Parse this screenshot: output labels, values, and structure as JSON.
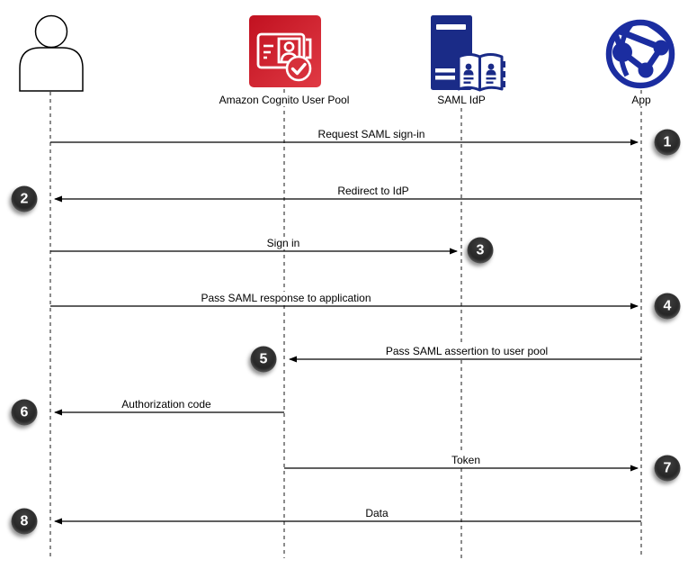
{
  "diagram_type": "sequence-diagram",
  "actors": {
    "user": {
      "label": "",
      "icon": "person-icon"
    },
    "cognito": {
      "label": "Amazon Cognito User Pool",
      "icon": "cognito-id-card-check-icon"
    },
    "idp": {
      "label": "SAML IdP",
      "icon": "server-directory-book-icon"
    },
    "app": {
      "label": "App",
      "icon": "globe-network-icon"
    }
  },
  "messages": [
    {
      "step": "1",
      "label": "Request SAML sign-in",
      "from": "User",
      "to": "App"
    },
    {
      "step": "2",
      "label": "Redirect to IdP",
      "from": "App",
      "to": "User"
    },
    {
      "step": "3",
      "label": "Sign in",
      "from": "User",
      "to": "SAML IdP"
    },
    {
      "step": "4",
      "label": "Pass SAML response to application",
      "from": "User",
      "to": "App"
    },
    {
      "step": "5",
      "label": "Pass SAML assertion to user pool",
      "from": "App",
      "to": "Amazon Cognito User Pool"
    },
    {
      "step": "6",
      "label": "Authorization code",
      "from": "Amazon Cognito User Pool",
      "to": "User"
    },
    {
      "step": "7",
      "label": "Token",
      "from": "Amazon Cognito User Pool",
      "to": "App"
    },
    {
      "step": "8",
      "label": "Data",
      "from": "App",
      "to": "User"
    }
  ],
  "colors": {
    "cognito_red_dark": "#c11120",
    "cognito_red_light": "#e03a44",
    "idp_navy": "#1a2b87",
    "app_navy": "#1b2da0",
    "badge_dark": "#2b2b2b",
    "line_black": "#000000",
    "lifeline_gray": "#4d4d4d"
  }
}
